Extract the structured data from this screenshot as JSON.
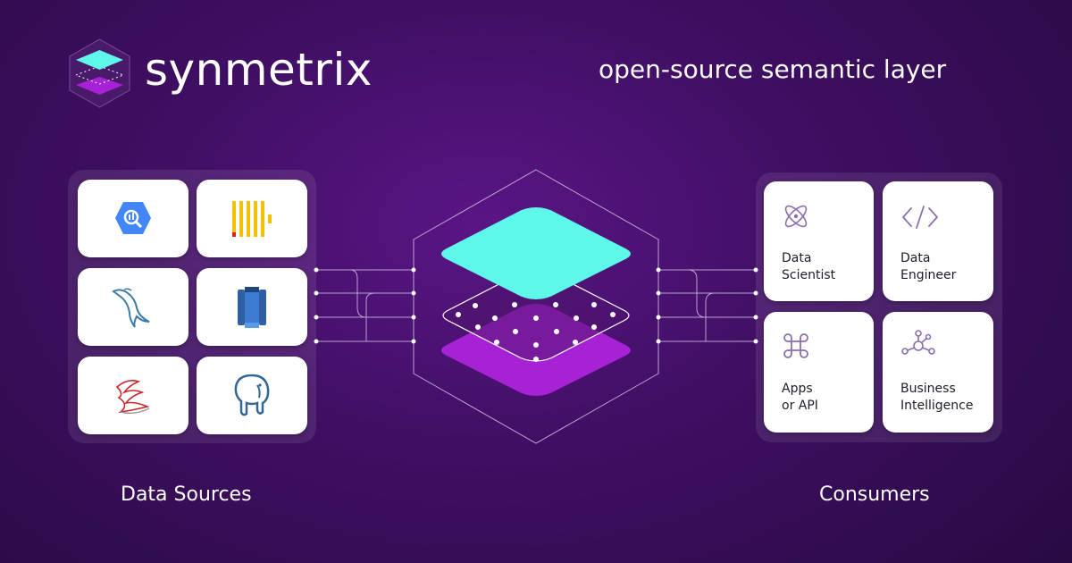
{
  "brand": {
    "name": "synmetrix",
    "tagline": "open-source semantic layer"
  },
  "sources": {
    "caption": "Data Sources",
    "items": [
      {
        "icon": "bigquery-icon"
      },
      {
        "icon": "clickhouse-icon"
      },
      {
        "icon": "mysql-icon"
      },
      {
        "icon": "redshift-icon"
      },
      {
        "icon": "sql-server-icon"
      },
      {
        "icon": "postgresql-icon"
      }
    ]
  },
  "consumers": {
    "caption": "Consumers",
    "items": [
      {
        "label": "Data\nScientist",
        "icon": "atom-icon"
      },
      {
        "label": "Data\nEngineer",
        "icon": "code-icon"
      },
      {
        "label": "Apps\nor API",
        "icon": "command-icon"
      },
      {
        "label": "Business\nIntelligence",
        "icon": "network-icon"
      }
    ]
  },
  "colors": {
    "background": "#3f0f63",
    "teal": "#5ef7ea",
    "purple": "#a722d6",
    "line": "#d9c7ec"
  }
}
